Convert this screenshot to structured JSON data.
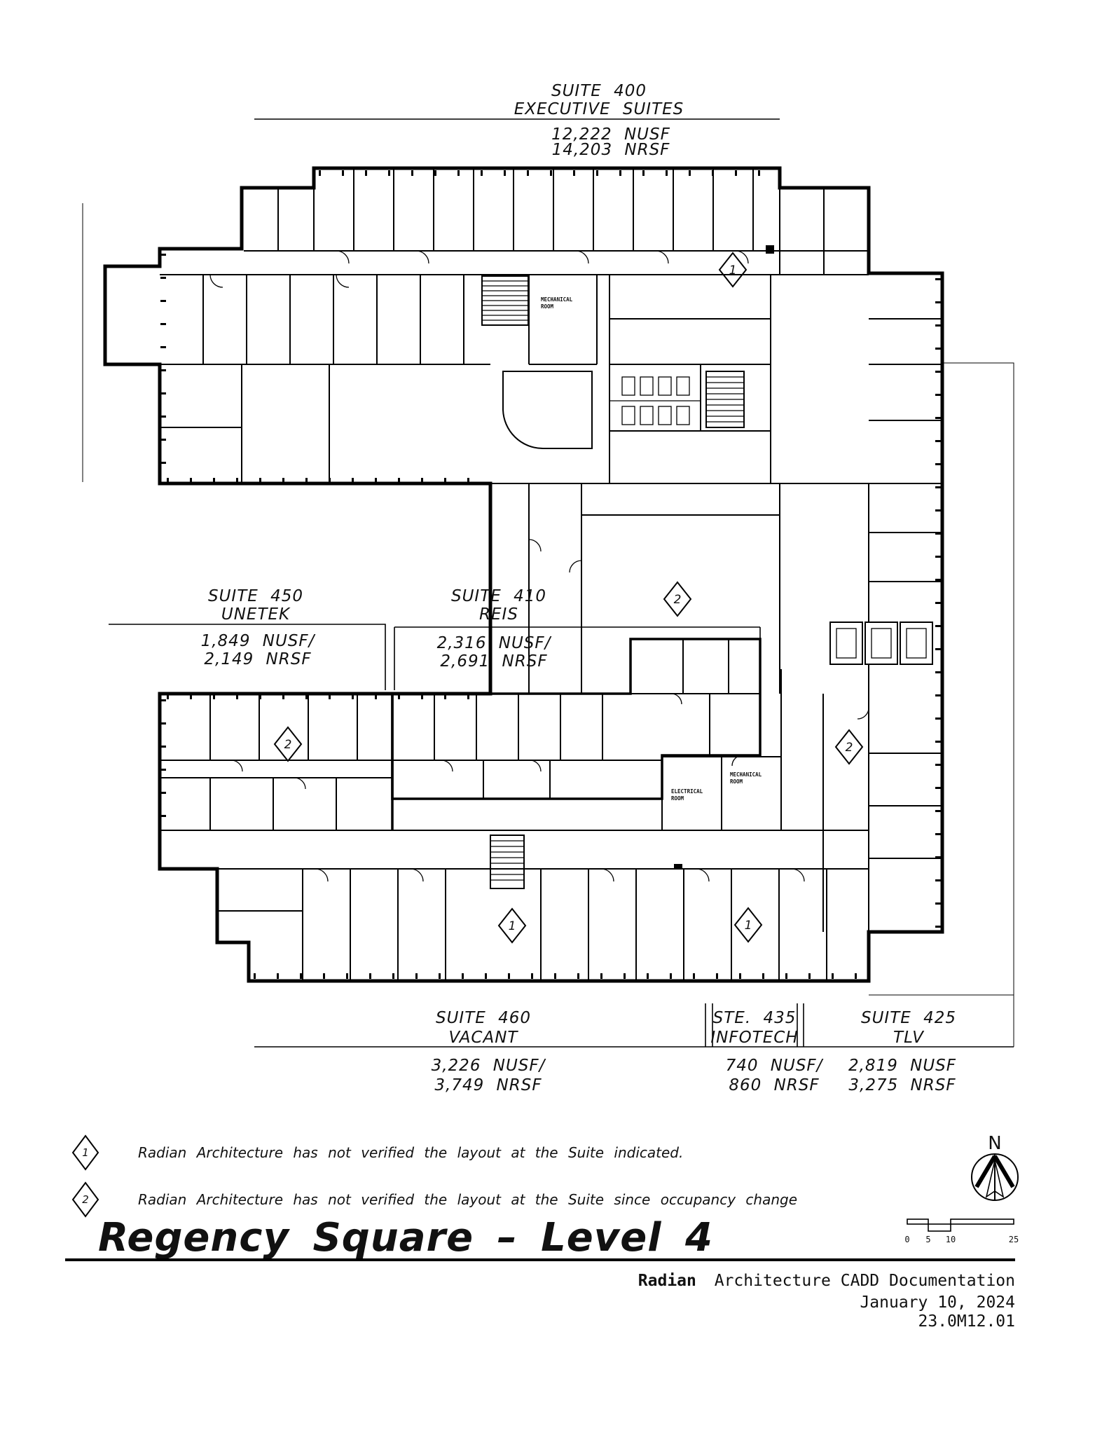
{
  "suites": {
    "s400": {
      "name": "SUITE 400",
      "tenant": "EXECUTIVE SUITES",
      "nusf": "12,222 NUSF",
      "nrsf": "14,203 NRSF"
    },
    "s450": {
      "name": "SUITE 450",
      "tenant": "UNETEK",
      "nusf": "1,849 NUSF/",
      "nrsf": "2,149 NRSF"
    },
    "s410": {
      "name": "SUITE 410",
      "tenant": "REIS",
      "nusf": "2,316 NUSF/",
      "nrsf": "2,691 NRSF"
    },
    "s460": {
      "name": "SUITE 460",
      "tenant": "VACANT",
      "nusf": "3,226 NUSF/",
      "nrsf": "3,749 NRSF"
    },
    "s435": {
      "name": "STE. 435",
      "tenant": "INFOTECH",
      "nusf": "740 NUSF/",
      "nrsf": "860 NRSF"
    },
    "s425": {
      "name": "SUITE 425",
      "tenant": "TLV",
      "nusf": "2,819 NUSF",
      "nrsf": "3,275 NRSF"
    }
  },
  "rooms": {
    "mech1_l1": "MECHANICAL",
    "mech1_l2": "ROOM",
    "elec_l1": "ELECTRICAL",
    "elec_l2": "ROOM",
    "mech2_l1": "MECHANICAL",
    "mech2_l2": "ROOM"
  },
  "markers": {
    "one": "1",
    "two": "2"
  },
  "notes": [
    {
      "num": "1",
      "text": "Radian Architecture has not verified the layout at the Suite indicated."
    },
    {
      "num": "2",
      "text": "Radian Architecture has not verified the layout at the Suite since occupancy change"
    }
  ],
  "compass": {
    "label": "N"
  },
  "scalebar": {
    "t0": "0",
    "t5": "5",
    "t10": "10",
    "t25": "25"
  },
  "title": "Regency Square –  Level 4",
  "footer": {
    "firm": "Radian",
    "rest": "Architecture CADD Documentation",
    "date": "January 10, 2024",
    "number": "23.0M12.01"
  },
  "colors": {
    "highlight": "#A6D433",
    "ink": "#000000"
  }
}
